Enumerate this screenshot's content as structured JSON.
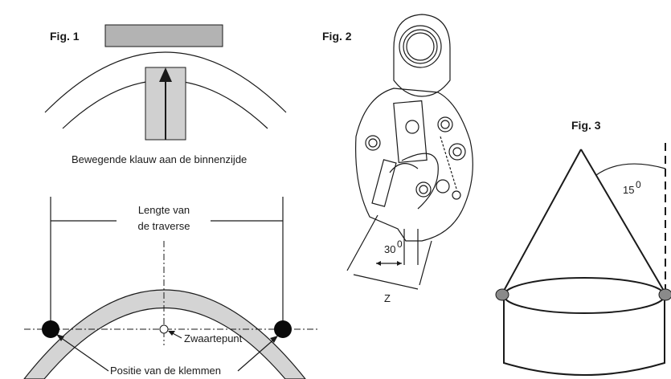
{
  "fig1": {
    "label": "Fig. 1",
    "jaw_caption": "Bewegende klauw aan de binnenzijde",
    "beam_length_line1": "Lengte van",
    "beam_length_line2": "de traverse",
    "center_of_gravity": "Zwaartepunt",
    "clamp_position": "Positie van de klemmen"
  },
  "fig2": {
    "label": "Fig. 2",
    "angle_value": "30",
    "angle_unit": "0",
    "dimension_z": "Z"
  },
  "fig3": {
    "label": "Fig. 3",
    "angle_value": "15",
    "angle_unit": "0"
  },
  "colors": {
    "line": "#1a1a1a",
    "plate_fill": "#b3b3b3",
    "band_fill": "#d4d4d4",
    "clamp_fill": "#0a0a0a",
    "fig3_clamp_fill": "#8a8a8a"
  }
}
